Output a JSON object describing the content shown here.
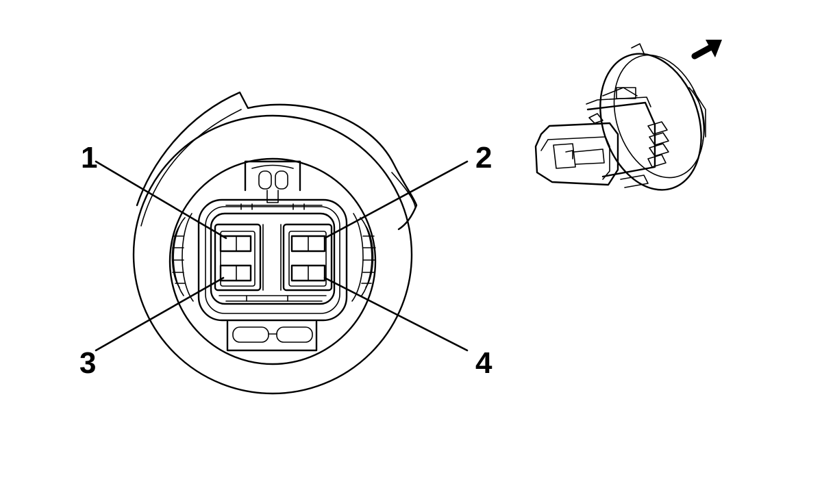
{
  "diagram": {
    "pins": [
      {
        "number": "1"
      },
      {
        "number": "2"
      },
      {
        "number": "3"
      },
      {
        "number": "4"
      }
    ],
    "line_color": "#000000",
    "background_color": "#ffffff",
    "icons": [
      "connector-front-view",
      "connector-perspective-view",
      "direction-arrow-icon"
    ]
  }
}
